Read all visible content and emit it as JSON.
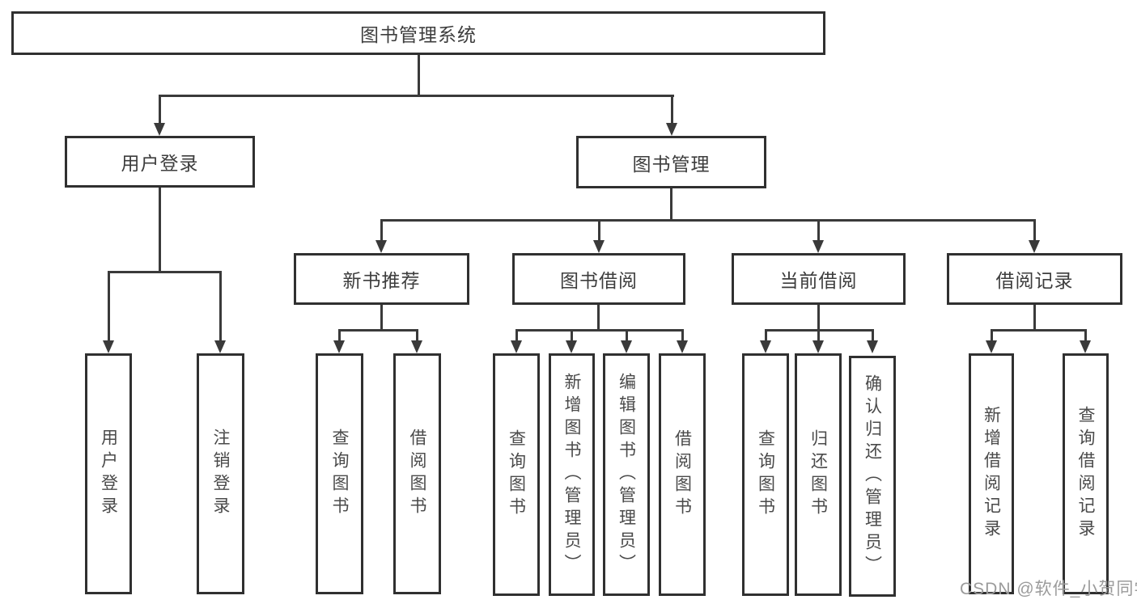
{
  "tree": {
    "label": "图书管理系统",
    "children": [
      {
        "label": "用户登录",
        "children": [
          {
            "label": "用户登录"
          },
          {
            "label": "注销登录"
          }
        ]
      },
      {
        "label": "图书管理",
        "children": [
          {
            "label": "新书推荐",
            "children": [
              {
                "label": "查询图书"
              },
              {
                "label": "借阅图书"
              }
            ]
          },
          {
            "label": "图书借阅",
            "children": [
              {
                "label": "查询图书"
              },
              {
                "label": "新增图书（管理员）"
              },
              {
                "label": "编辑图书（管理员）"
              },
              {
                "label": "借阅图书"
              }
            ]
          },
          {
            "label": "当前借阅",
            "children": [
              {
                "label": "查询图书"
              },
              {
                "label": "归还图书"
              },
              {
                "label": "确认归还（管理员）"
              }
            ]
          },
          {
            "label": "借阅记录",
            "children": [
              {
                "label": "新增借阅记录"
              },
              {
                "label": "查询借阅记录"
              }
            ]
          }
        ]
      }
    ]
  },
  "watermark": {
    "text": "CSDN @软件_小贺同学",
    "color": "#9b9b9b"
  },
  "colors": {
    "background": "#ffffff",
    "box_fill": "#ffffff",
    "box_border": "#303030",
    "line": "#3a3a3a",
    "text": "#3d3d3d",
    "watermark": "#9b9b9b"
  }
}
